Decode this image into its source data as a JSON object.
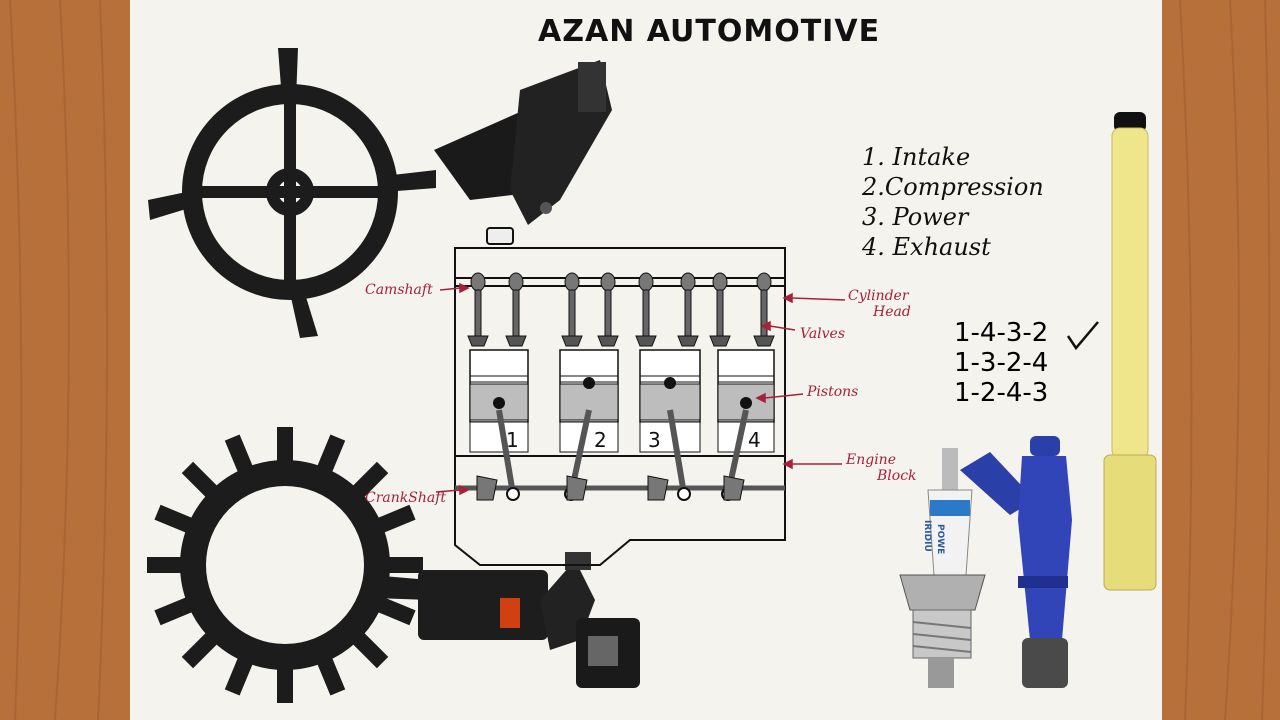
{
  "title": "AZAN AUTOMOTIVE",
  "strokes": [
    "1. Intake",
    "2.Compression",
    "3. Power",
    "4. Exhaust"
  ],
  "firing_orders": [
    "1-4-3-2",
    "1-3-2-4",
    "1-2-4-3"
  ],
  "labels": {
    "camshaft": "Camshaft",
    "cylinder_head_1": "Cylinder",
    "cylinder_head_2": "Head",
    "valves": "Valves",
    "pistons": "Pistons",
    "engine_block_1": "Engine",
    "engine_block_2": "Block",
    "crankshaft": "CrankShaft"
  },
  "cylinders": [
    "1",
    "2",
    "3",
    "4"
  ],
  "spark_plug_text": [
    "IRIDIU",
    "POWE"
  ],
  "colors": {
    "wood": "#b8703a",
    "paper": "#f4f3ee",
    "annotation_red": "#a8203a",
    "injector_blue": "#2a3fa8",
    "marker_yellow": "#efe58a"
  }
}
